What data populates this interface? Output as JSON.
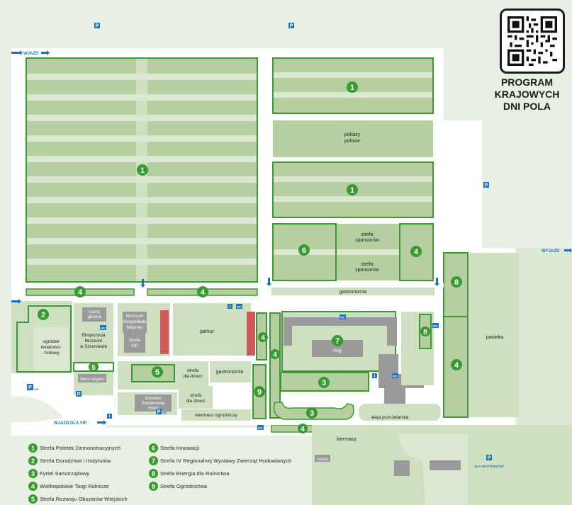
{
  "labels": {
    "pokazy": "pokazy",
    "polowe": "polowe",
    "strefa_sponsorow_1": [
      "strefa",
      "sponsorów"
    ],
    "strefa_sponsorow_2": [
      "strefa",
      "sponsorów"
    ],
    "gastronomia_top": "gastronomia",
    "gastronomia_mid": "gastronomia",
    "wyjazd_top": "WJAZD",
    "wyjazd_right": "WYJAZD",
    "wjazd_vip": "WJAZD DLA VIP",
    "scena_glowna": [
      "scena",
      "główna"
    ],
    "muzeum": [
      "Muzeum",
      "Gospodarki",
      "Mięsnej"
    ],
    "strefa_vip": [
      "strefa",
      "VIP"
    ],
    "parkur": "parkur",
    "ogrodek": [
      "ogródek",
      "kwiatowo-",
      "-ziołowy"
    ],
    "ekspozycja": [
      "Ekspozycja",
      "Muzeum",
      "w Szreniawie"
    ],
    "biuro_targow": "biuro targów",
    "strefa_dla_dzieci_1": [
      "strefa",
      "dla dzieci"
    ],
    "strefa_dla_dzieci_2": [
      "strefa",
      "dla dzieci"
    ],
    "osrodek": [
      "Ośrodek",
      "Szkoleniowy",
      "Hotel"
    ],
    "kiermasz_ogrodniczy": "kiermasz ogrodniczy",
    "ring": "ring",
    "aleja": "aleja pszczelarska",
    "pasieka": "pasieka",
    "kiermasz": "kiermasz",
    "scena": "scena",
    "dla_wystawcow": "DLA WYSTAWCÓW",
    "vip_tag": "VIP",
    "parking_letter": "P",
    "info_letter": "i",
    "wc": "WC"
  },
  "zones": {
    "z1a": "1",
    "z1b": "1",
    "z1c": "1",
    "z2": "2",
    "z3a": "3",
    "z3b": "3",
    "z4a": "4",
    "z4b": "4",
    "z4c": "4",
    "z4d": "4",
    "z4e": "4",
    "z4f": "4",
    "z5a": "5",
    "z5b": "5",
    "z6": "6",
    "z7": "7",
    "z8a": "8",
    "z8b": "8",
    "z9": "9"
  },
  "legend": [
    {
      "num": "1",
      "text": "Strefa Poletek Demonstracyjnych"
    },
    {
      "num": "2",
      "text": "Strefa Doradztwa i Instytutów"
    },
    {
      "num": "3",
      "text": "Fyrtel Samorządowy"
    },
    {
      "num": "4",
      "text": "Wielkopolskie Targi Rolnicze"
    },
    {
      "num": "5",
      "text": "Strefa Rozwoju Obszarów Wiejskich"
    },
    {
      "num": "6",
      "text": "Strefa Innowacji"
    },
    {
      "num": "7",
      "text": "Strefa IV Regionalnej Wystawy Zwierząt Hodowlanych"
    },
    {
      "num": "8",
      "text": "Strefa Energia dla Rolnictwa"
    },
    {
      "num": "9",
      "text": "Strefa Ogrodnictwa"
    }
  ],
  "program": [
    "PROGRAM",
    "KRAJOWYCH",
    "DNI POLA"
  ],
  "colors": {
    "background": "#e8efe3",
    "field": "#b5cfa1",
    "field_light": "#cfdfc1",
    "road": "#ffffff",
    "outline": "#3a9a32",
    "zone_badge": "#3a9a32",
    "building": "#9a9a9a",
    "accent_blue": "#1e73be",
    "barn_red": "#cf5a5a",
    "text": "#1f1f1f"
  },
  "icons": {
    "parking": "parking-icon",
    "info": "info-icon",
    "wc": "wc-icon",
    "arrow": "arrow-right-icon",
    "qr": "qr-code-icon"
  }
}
